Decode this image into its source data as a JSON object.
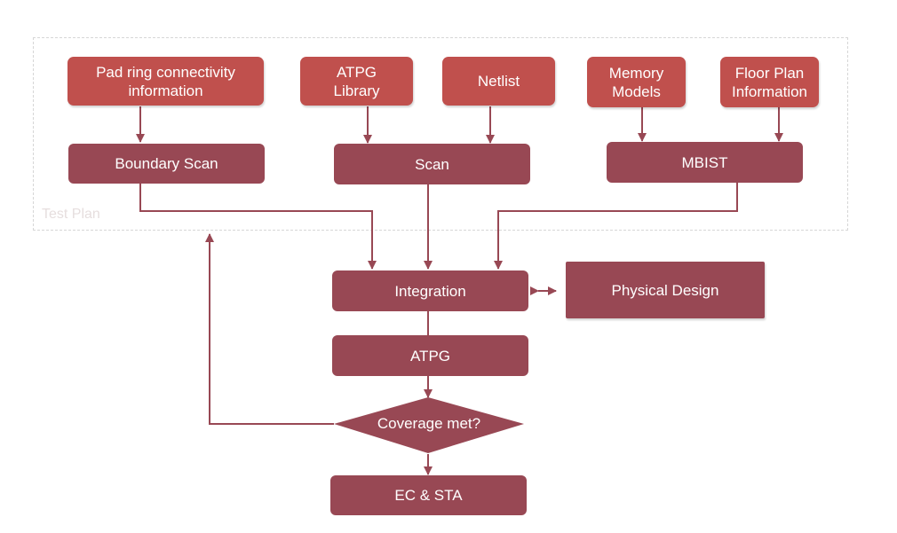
{
  "region": {
    "label": "Test Plan"
  },
  "inputs": {
    "pad_ring": "Pad ring connectivity\ninformation",
    "atpg_library": "ATPG\nLibrary",
    "netlist": "Netlist",
    "memory_models": "Memory\nModels",
    "floor_plan": "Floor Plan\nInformation"
  },
  "process": {
    "boundary_scan": "Boundary Scan",
    "scan": "Scan",
    "mbist": "MBIST",
    "integration": "Integration",
    "physical_design": "Physical Design",
    "atpg": "ATPG",
    "decision": "Coverage met?",
    "ec_sta": "EC & STA"
  },
  "colors": {
    "input_fill": "#c0504d",
    "process_fill": "#984854",
    "connector": "#984854",
    "region_border": "#d6d6d6",
    "region_label": "#e6dede"
  }
}
